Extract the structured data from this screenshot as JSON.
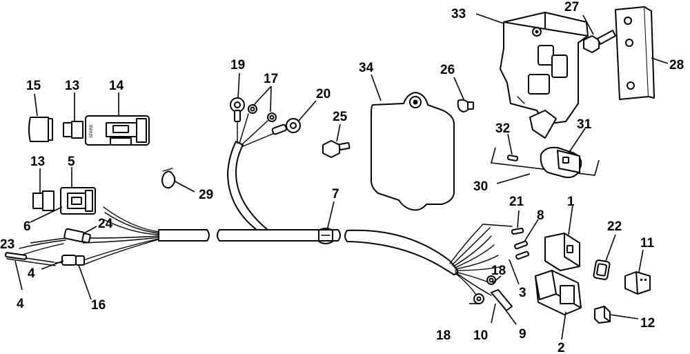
{
  "callouts": {
    "c1": "1",
    "c2": "2",
    "c3": "3",
    "c4a": "4",
    "c4b": "4",
    "c5": "5",
    "c6": "6",
    "c7": "7",
    "c8": "8",
    "c9": "9",
    "c10": "10",
    "c11": "11",
    "c12": "12",
    "c13a": "13",
    "c13b": "13",
    "c14": "14",
    "c15": "15",
    "c16": "16",
    "c17": "17",
    "c18a": "18",
    "c18b": "18",
    "c19": "19",
    "c20": "20",
    "c21": "21",
    "c22": "22",
    "c23": "23",
    "c24": "24",
    "c25": "25",
    "c26": "26",
    "c27": "27",
    "c28": "28",
    "c29": "29",
    "c30": "30",
    "c31": "31",
    "c32": "32",
    "c33": "33",
    "c34": "34"
  },
  "labels": {
    "fuse_holder_spare": "SPARE"
  }
}
